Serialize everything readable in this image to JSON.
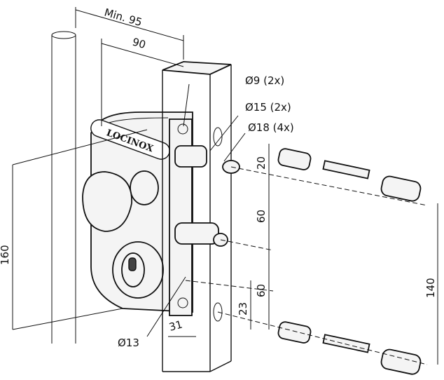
{
  "logo": "LOCINOX",
  "dimensions": {
    "min_width": "Min. 95",
    "width": "90",
    "hole_9": "Ø9 (2x)",
    "hole_15": "Ø15 (2x)",
    "hole_18": "Ø18 (4x)",
    "top_offset": "20",
    "spacing_upper": "60",
    "spacing_lower": "60",
    "bottom_offset": "23",
    "depth": "31",
    "hole_13": "Ø13",
    "height_total": "160",
    "height_fixing": "140"
  }
}
